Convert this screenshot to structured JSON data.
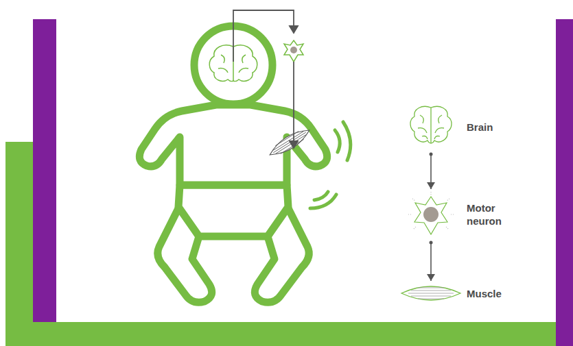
{
  "diagram": {
    "nodes": [
      {
        "text": [
          "Brain"
        ]
      },
      {
        "text": [
          "Motor neuron"
        ]
      },
      {
        "text": [
          "Muscle"
        ]
      }
    ],
    "edges": [
      {
        "from": 0,
        "to": 1,
        "arrow": "to"
      },
      {
        "from": 1,
        "to": 2,
        "arrow": "to"
      }
    ]
  }
}
